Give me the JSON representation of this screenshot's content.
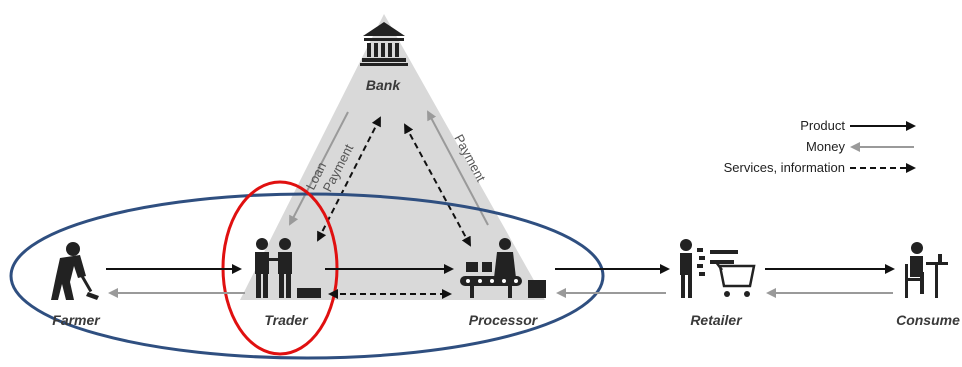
{
  "nodes": {
    "bank": "Bank",
    "farmer": "Farmer",
    "trader": "Trader",
    "processor": "Processor",
    "retailer": "Retailer",
    "consumer": "Consume"
  },
  "edge_labels": {
    "loan": "Loan",
    "payment_trader": "Payment",
    "payment_processor": "Payment"
  },
  "legend": {
    "product": "Product",
    "money": "Money",
    "services": "Services, information"
  },
  "colors": {
    "product": "#111111",
    "money": "#9a9a9a",
    "services": "#111111",
    "triangle": "#d9d9d9",
    "ellipse": "#2f4f80",
    "highlight_circle": "#e01010",
    "icon": "#222222"
  },
  "icons": [
    "bank-icon",
    "farmer-icon",
    "trader-icon",
    "processor-icon",
    "retailer-icon",
    "consumer-icon"
  ]
}
